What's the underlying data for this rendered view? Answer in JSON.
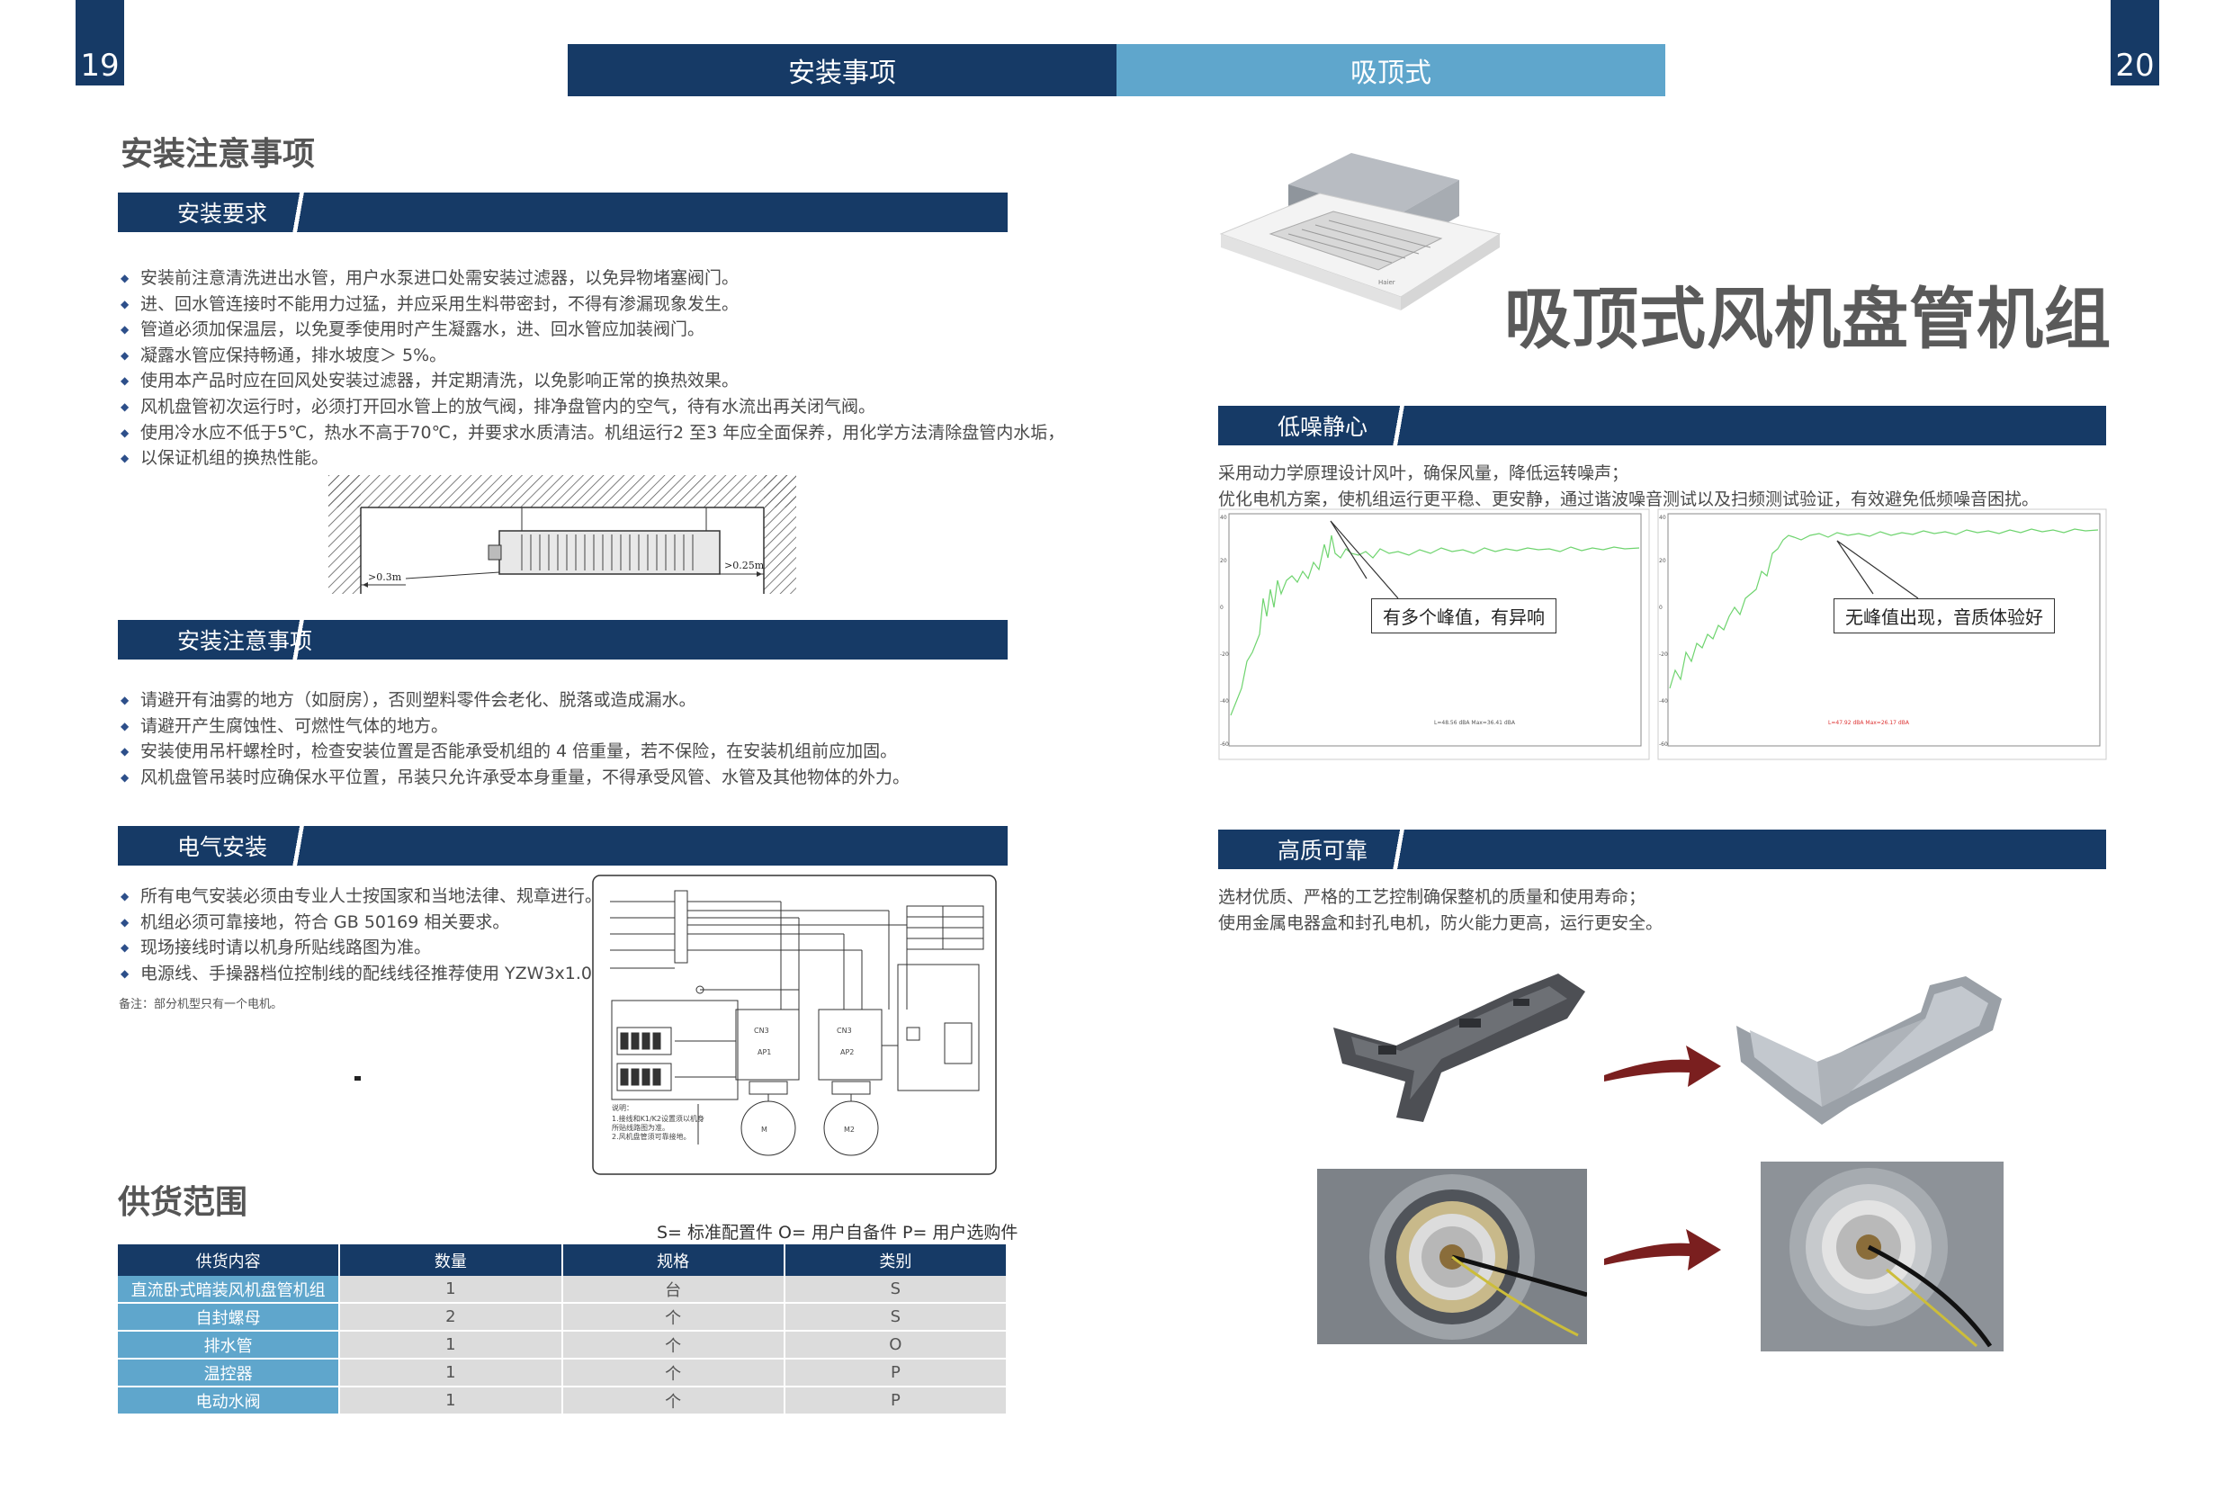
{
  "pages": {
    "left": "19",
    "right": "20"
  },
  "tabs": {
    "left": "安装事项",
    "right": "吸顶式"
  },
  "left": {
    "main_title": "安装注意事项",
    "req": {
      "band": "安装要求",
      "items": [
        "安装前注意清洗进出水管，用户水泵进口处需安装过滤器，以免异物堵塞阀门。",
        "进、回水管连接时不能用力过猛，并应采用生料带密封，不得有渗漏现象发生。",
        "管道必须加保温层，以免夏季使用时产生凝露水，进、回水管应加装阀门。",
        "凝露水管应保持畅通，排水坡度＞ 5%。",
        "使用本产品时应在回风处安装过滤器，并定期清洗，以免影响正常的换热效果。",
        "风机盘管初次运行时，必须打开回水管上的放气阀，排净盘管内的空气，待有水流出再关闭气阀。",
        "使用冷水应不低于5℃，热水不高于70℃，并要求水质清洁。机组运行2 至3 年应全面保养，用化学方法清除盘管内水垢，",
        "以保证机组的换热性能。"
      ],
      "diagram": {
        "left_gap": ">0.3m",
        "right_gap": ">0.25m"
      }
    },
    "caution": {
      "band": "安装注意事项",
      "items": [
        "请避开有油雾的地方（如厨房），否则塑料零件会老化、脱落或造成漏水。",
        "请避开产生腐蚀性、可燃性气体的地方。",
        "安装使用吊杆螺栓时，检查安装位置是否能承受机组的 4 倍重量，若不保险，在安装机组前应加固。",
        "风机盘管吊装时应确保水平位置，吊装只允许承受本身重量，不得承受风管、水管及其他物体的外力。"
      ]
    },
    "elec": {
      "band": "电气安装",
      "items": [
        "所有电气安装必须由专业人士按国家和当地法律、规章进行。",
        "机组必须可靠接地，符合 GB 50169 相关要求。",
        "现场接线时请以机身所贴线路图为准。",
        "电源线、手操器档位控制线的配线线径推荐使用 YZW3x1.0。"
      ],
      "note": "备注：部分机型只有一个电机。"
    },
    "supply": {
      "title": "供货范围",
      "legend": "S= 标准配置件 O= 用户自备件 P= 用户选购件",
      "headers": [
        "供货内容",
        "数量",
        "规格",
        "类别"
      ],
      "rows": [
        [
          "直流卧式暗装风机盘管机组",
          "1",
          "台",
          "S"
        ],
        [
          "自封螺母",
          "2",
          "个",
          "S"
        ],
        [
          "排水管",
          "1",
          "个",
          "O"
        ],
        [
          "温控器",
          "1",
          "个",
          "P"
        ],
        [
          "电动水阀",
          "1",
          "个",
          "P"
        ]
      ]
    }
  },
  "right": {
    "product_title": "吸顶式风机盘管机组",
    "noise": {
      "band": "低噪静心",
      "lines": [
        "采用动力学原理设计风叶，确保风量，降低运转噪声；",
        "优化电机方案，使机组运行更平稳、更安静，通过谐波噪音测试以及扫频测试验证，有效避免低频噪音困扰。"
      ],
      "callout_left": "有多个峰值，有异响",
      "callout_right": "无峰值出现，音质体验好"
    },
    "quality": {
      "band": "高质可靠",
      "lines": [
        "选材优质、严格的工艺控制确保整机的质量和使用寿命；",
        "使用金属电器盒和封孔电机，防火能力更高，运行更安全。"
      ]
    }
  },
  "colors": {
    "navy": "#163a66",
    "light_blue": "#5fa6cc",
    "noise_line": "#6fd46f",
    "arrow": "#7a1f1f"
  }
}
